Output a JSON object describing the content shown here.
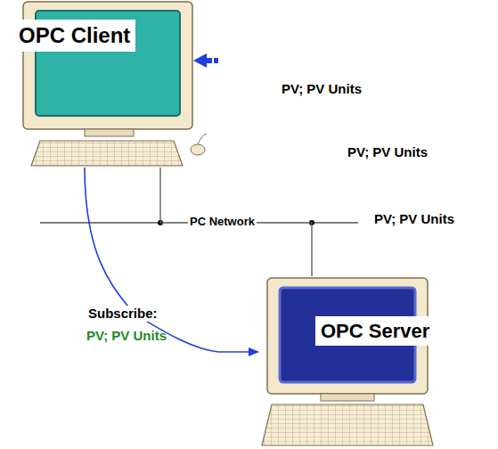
{
  "diagram": {
    "nodes": [
      {
        "text": [
          "OPC Client"
        ]
      },
      {
        "text": [
          "OPC Server"
        ]
      }
    ],
    "edges": [
      {
        "from": 0,
        "to": 1,
        "arrow": "none",
        "label": "PC Network"
      },
      {
        "from": 0,
        "to": 1,
        "arrow": "to",
        "label": "Subscribe:"
      }
    ],
    "labels": [
      "PV; PV Units",
      "PV; PV Units",
      "PV; PV Units",
      "PV; PV Units"
    ]
  }
}
